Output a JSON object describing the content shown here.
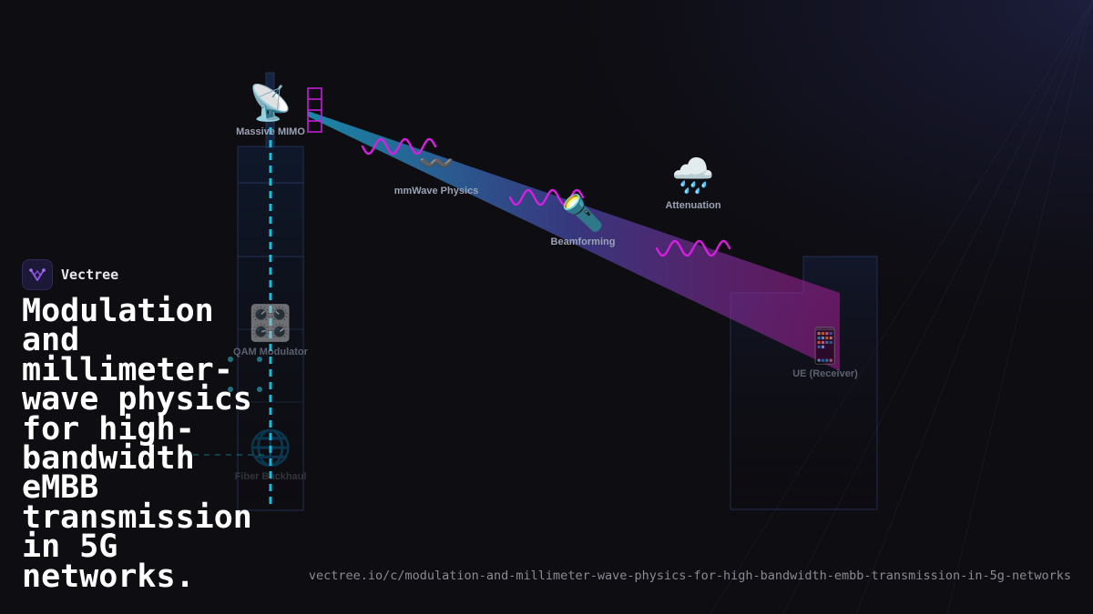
{
  "brand": {
    "name": "Vectree",
    "logo_icon": "vectree-logo-icon",
    "accent": "#7b3fd6"
  },
  "title": "Modulation and millimeter-wave physics for high-bandwidth eMBB transmission in 5G networks.",
  "url": "vectree.io/c/modulation-and-millimeter-wave-physics-for-high-bandwidth-embb-transmission-in-5g-networks",
  "diagram": {
    "nodes": [
      {
        "id": "massive-mimo",
        "label": "Massive MIMO",
        "icon": "satellite-antenna-icon",
        "glyph": "📡"
      },
      {
        "id": "mmwave-physics",
        "label": "mmWave Physics",
        "icon": "wavy-dash-icon",
        "glyph": "〰️"
      },
      {
        "id": "beamforming",
        "label": "Beamforming",
        "icon": "flashlight-icon",
        "glyph": "🔦"
      },
      {
        "id": "attenuation",
        "label": "Attenuation",
        "icon": "rain-cloud-icon",
        "glyph": "🌧️"
      },
      {
        "id": "qam-modulator",
        "label": "QAM Modulator",
        "icon": "control-knobs-icon",
        "glyph": "🎛️"
      },
      {
        "id": "ue-receiver",
        "label": "UE (Receiver)",
        "icon": "mobile-phone-icon",
        "glyph": "📱"
      },
      {
        "id": "fiber-backhaul",
        "label": "Fiber Backhaul",
        "icon": "globe-icon",
        "glyph": "🌐"
      }
    ],
    "colors": {
      "beam_start": "#1aa6c8",
      "beam_end": "#c21fa8",
      "wave": "#d81ee0",
      "fiber": "#19d4f0",
      "array": "#c21fd8"
    }
  }
}
